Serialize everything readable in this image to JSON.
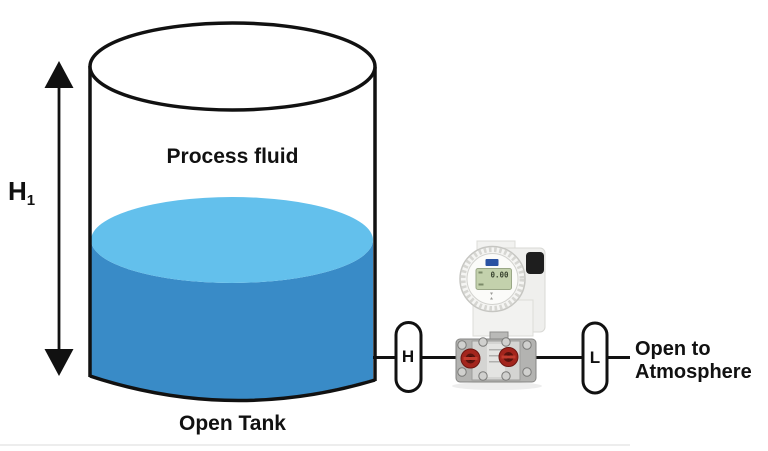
{
  "labels": {
    "process_fluid": "Process fluid",
    "open_tank": "Open Tank",
    "atmosphere_line1": "Open to",
    "atmosphere_line2": "Atmosphere"
  },
  "height_marker": {
    "symbol": "H",
    "subscript": "1"
  },
  "ports": {
    "high_label": "H",
    "low_label": "L"
  },
  "transmitter": {
    "display_value": "0.00"
  },
  "colors": {
    "fluid_dark": "#398BC7",
    "fluid_light": "#63C0EC",
    "outline": "#111111",
    "lcd_green": "#C3D1AC",
    "logo_blue": "#2A52A2",
    "port_red": "#A3251D"
  }
}
